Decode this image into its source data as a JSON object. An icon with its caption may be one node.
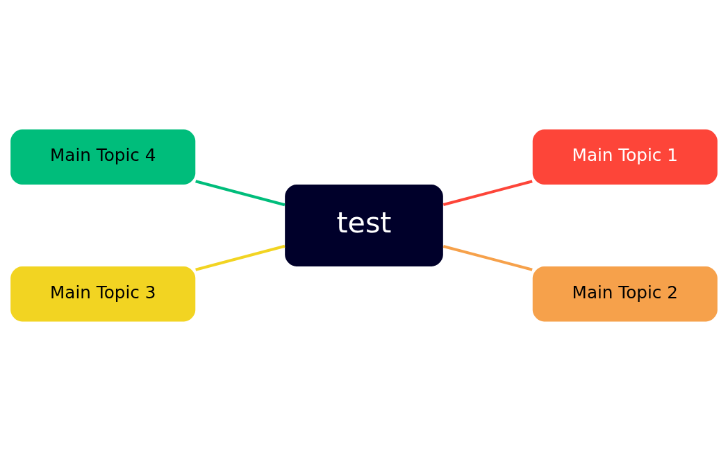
{
  "diagram": {
    "nodes": [
      {
        "text": [
          "test"
        ]
      },
      {
        "text": [
          "Main Topic 1"
        ]
      },
      {
        "text": [
          "Main Topic 2"
        ]
      },
      {
        "text": [
          "Main Topic 3"
        ]
      },
      {
        "text": [
          "Main Topic 4"
        ]
      }
    ],
    "edges": [
      {
        "from": 0,
        "to": 1,
        "arrow": "none",
        "color": "#fd4539"
      },
      {
        "from": 0,
        "to": 2,
        "arrow": "none",
        "color": "#f6a14b"
      },
      {
        "from": 3,
        "to": 0,
        "arrow": "none",
        "color": "#f2d422"
      },
      {
        "from": 4,
        "to": 0,
        "arrow": "none",
        "color": "#00bd7b"
      }
    ]
  }
}
